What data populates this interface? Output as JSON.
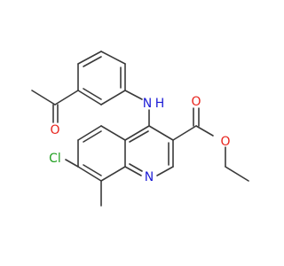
{
  "molecule": {
    "atoms": {
      "o_ketone": {
        "text": "O",
        "color": "#e8231c"
      },
      "n_amine": {
        "text": "N",
        "color": "#1d1dd6"
      },
      "h_amine": {
        "text": "H",
        "color": "#1d1dd6"
      },
      "o_carbonyl": {
        "text": "O",
        "color": "#e8231c"
      },
      "o_ester": {
        "text": "O",
        "color": "#e8231c"
      },
      "cl": {
        "text": "Cl",
        "color": "#22a022"
      },
      "n_ring": {
        "text": "N",
        "color": "#1d1dd6"
      }
    },
    "bond_color": "#3a3a3a",
    "background": "#ffffff"
  }
}
